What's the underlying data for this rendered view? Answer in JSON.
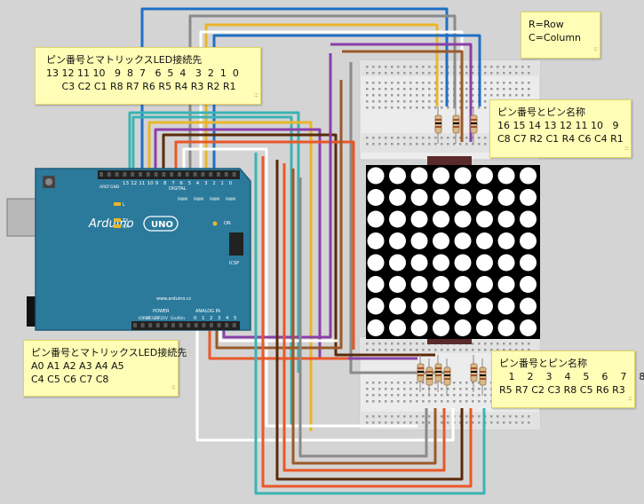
{
  "notes": {
    "legend": {
      "line1": "R=Row",
      "line2": "C=Column"
    },
    "digital_pins": {
      "title": "ピン番号とマトリックスLED接続先",
      "pins": "13 12 11 10   9  8  7   6  5  4   3  2  1  0",
      "targets": "     C3 C2 C1 R8 R7 R6 R5 R4 R3 R2 R1"
    },
    "top_pins": {
      "title": "ピン番号とピン名称",
      "pins": "16 15 14 13 12 11 10   9",
      "names": "C8 C7 R2 C1 R4 C6 C4 R1"
    },
    "analog_pins": {
      "title": "ピン番号とマトリックスLED接続先",
      "pins": "A0 A1 A2 A3 A4 A5",
      "targets": "C4 C5 C6 C7 C8"
    },
    "bottom_pins": {
      "title": "ピン番号とピン名称",
      "pins": "   1    2    3    4    5    6    7    8",
      "names": "R5 R7 C2 C3 R8 C5 R6 R3"
    }
  },
  "board": {
    "brand": "Arduino",
    "model": "UNO",
    "website": "www.arduino.cc",
    "header_digital": "DIGITAL",
    "header_power": "POWER",
    "header_analog": "ANALOG IN",
    "icsp": "ICSP",
    "on_label": "ON",
    "tx_label": "TX",
    "rx_label": "RX",
    "l_label": "L",
    "aref": "AREF",
    "gnd": "GND",
    "digital_numbers": [
      "13",
      "12",
      "11",
      "10",
      "9",
      "8",
      "7",
      "6",
      "5",
      "4",
      "3",
      "2",
      "1",
      "0"
    ],
    "analog_numbers": [
      "0",
      "1",
      "2",
      "3",
      "4",
      "5"
    ],
    "power_labels": [
      "IOREF",
      "RESET",
      "3V3",
      "5V",
      "Gnd",
      "Vin"
    ],
    "pwm_label": "PWM"
  },
  "led_matrix": {
    "rows": 8,
    "cols": 8,
    "colors": {
      "body": "#000000",
      "dot": "#ffffff"
    }
  },
  "colors": {
    "board": "#2b7a9c",
    "board_edge": "#1e5d79",
    "breadboard": "#e7e7e7",
    "background": "#d4d4d4",
    "note": "#fffdb6"
  },
  "wire_colors": [
    "#1f6fc4",
    "#8a8a8a",
    "#e8b62a",
    "#ffffff",
    "#8a3fa8",
    "#9a5a2a",
    "#e8582a",
    "#3bb3b3",
    "#5a2a0a"
  ]
}
